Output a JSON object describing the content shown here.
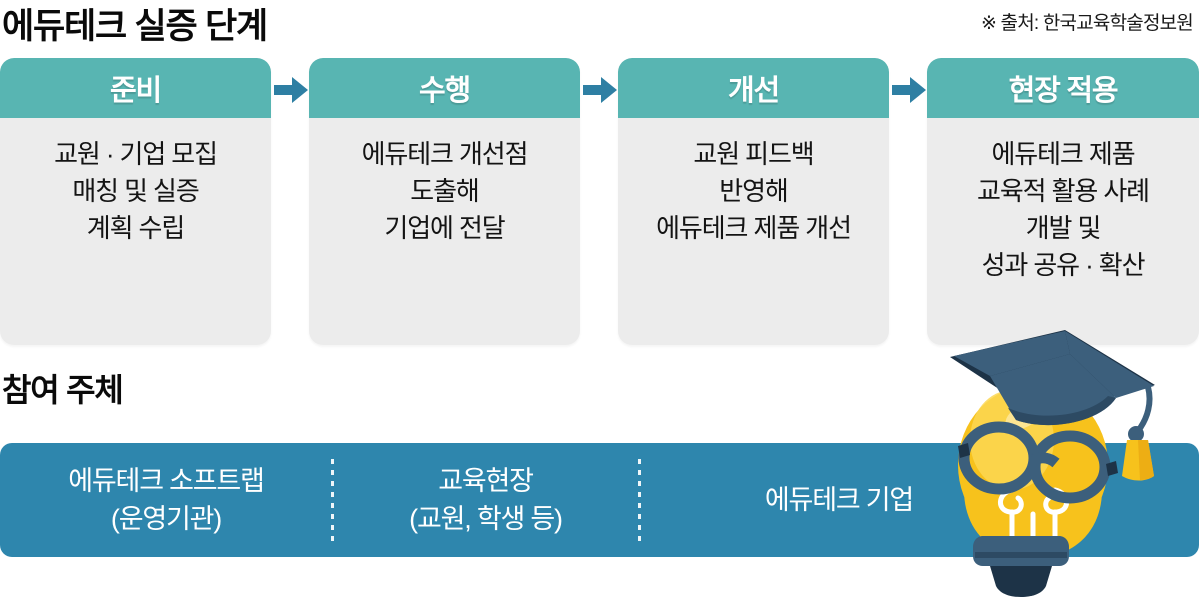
{
  "header": {
    "title": "에듀테크 실증 단계",
    "source": "※ 출처: 한국교육학술정보원"
  },
  "stages": {
    "arrow_icon": "arrow-right-icon",
    "items": [
      {
        "label": "준비",
        "lines": [
          "교원 · 기업 모집",
          "매칭 및 실증",
          "계획 수립"
        ]
      },
      {
        "label": "수행",
        "lines": [
          "에듀테크 개선점",
          "도출해",
          "기업에 전달"
        ]
      },
      {
        "label": "개선",
        "lines": [
          "교원 피드백",
          "반영해",
          "에듀테크 제품 개선"
        ]
      },
      {
        "label": "현장 적용",
        "lines": [
          "에듀테크 제품",
          "교육적 활용 사례",
          "개발 및",
          "성과 공유 · 확산"
        ]
      }
    ]
  },
  "participants": {
    "title": "참여 주체",
    "items": [
      {
        "lines": [
          "에듀테크 소프트랩",
          "(운영기관)"
        ]
      },
      {
        "lines": [
          "교육현장",
          "(교원, 학생 등)"
        ]
      },
      {
        "lines": [
          "에듀테크 기업"
        ]
      }
    ]
  },
  "illustration": {
    "name": "lightbulb-graduate-icon"
  },
  "colors": {
    "stage_header": "#58b5b2",
    "stage_body": "#ececec",
    "participants_bar": "#2e86ad",
    "arrow": "#2e7fa3",
    "bulb_yellow": "#f7c21c",
    "bulb_yellow_light": "#fbd752",
    "cap_navy": "#3c5f7c",
    "cap_dark": "#1d3347",
    "text_dark": "#111111",
    "text_light": "#ffffff"
  }
}
